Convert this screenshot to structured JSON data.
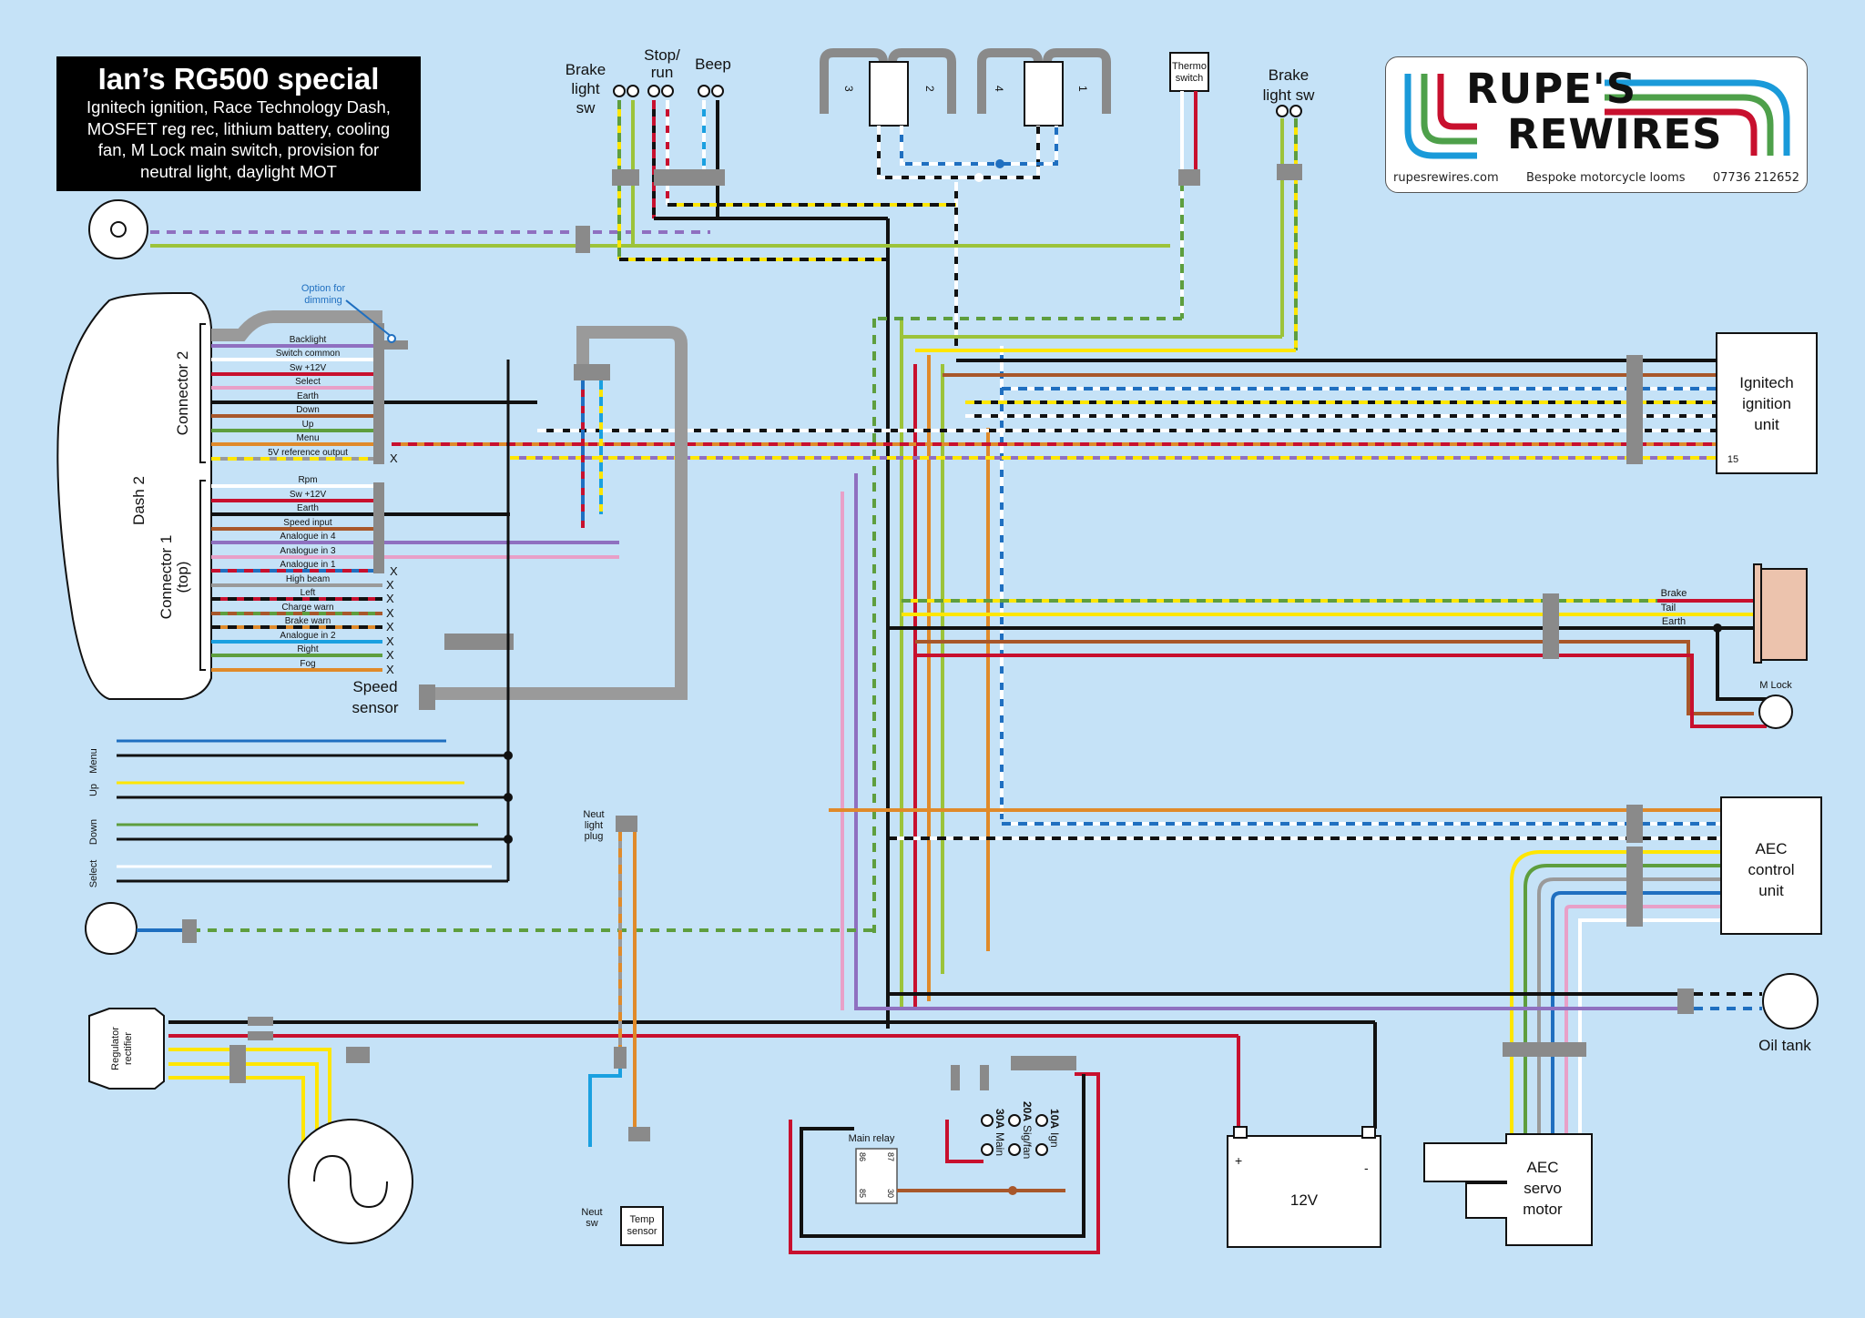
{
  "title": {
    "heading": "Ian’s RG500 special",
    "lines": [
      "Ignitech ignition, Race Technology Dash,",
      "MOSFET reg rec, lithium battery, cooling",
      "fan, M Lock main switch, provision for",
      "neutral light, daylight MOT"
    ]
  },
  "logo": {
    "line1": "RUPE'S",
    "line2": "REWIRES",
    "website": "rupesrewires.com",
    "tagline": "Bespoke motorcycle looms",
    "phone": "07736 212652",
    "stripe_colors": [
      "#1a9ad9",
      "#4ea04a",
      "#c8102e"
    ]
  },
  "colors": {
    "background": "#c5e2f7",
    "connector": "#8a8a8a",
    "black": "#111111",
    "red": "#c8102e",
    "brown": "#a8572a",
    "orange": "#e08a2a",
    "yellow": "#ffe600",
    "green": "#5e9e3e",
    "lime": "#9cc33a",
    "blue": "#1f6fc0",
    "lightblue": "#1aa0e0",
    "purple": "#8f70c0",
    "pink": "#e8a0c8",
    "grey": "#9a9a9a",
    "white": "#ffffff"
  },
  "dash": {
    "name": "Dash 2",
    "connector2_label": "Connector 2",
    "connector1_label": "Connector 1",
    "connector1_sub": "(top)",
    "dimming_note": [
      "Option for",
      "dimming"
    ],
    "connector2_pins": [
      "Backlight",
      "Switch common",
      "Sw +12V",
      "Select",
      "Earth",
      "Down",
      "Up",
      "Menu",
      "5V reference output"
    ],
    "connector1_pins": [
      "Rpm",
      "Sw +12V",
      "Earth",
      "Speed input",
      "Analogue in 4",
      "Analogue in 3",
      "Analogue in 1",
      "High beam",
      "Left",
      "Charge warn",
      "Brake warn",
      "Analogue in 2",
      "Right",
      "Fog"
    ],
    "unused_mark": "X"
  },
  "switches": {
    "brake_light_front": [
      "Brake",
      "light",
      "sw"
    ],
    "stop_run": [
      "Stop/",
      "run"
    ],
    "beep": "Beep",
    "brake_light_rear": [
      "Brake",
      "light sw"
    ],
    "dash_buttons": [
      "Menu",
      "Up",
      "Down",
      "Select"
    ],
    "thermo": [
      "Thermo",
      "switch"
    ]
  },
  "coils": {
    "cylinder_numbers": [
      "3",
      "2",
      "4",
      "1"
    ]
  },
  "components": {
    "speed_sensor": [
      "Speed",
      "sensor"
    ],
    "ignitech": [
      "Ignitech",
      "ignition",
      "unit"
    ],
    "ignitech_pin": "15",
    "tail_labels": [
      "Brake",
      "Tail",
      "Earth"
    ],
    "mlock": "M Lock",
    "aec_control": [
      "AEC",
      "control",
      "unit"
    ],
    "oil_tank": "Oil tank",
    "neut_plug": [
      "Neut",
      "light",
      "plug"
    ],
    "neut_sw": [
      "Neut",
      "sw"
    ],
    "temp_sensor": [
      "Temp",
      "sensor"
    ],
    "regrec": [
      "Regulator",
      "rectifier"
    ],
    "main_relay": "Main relay",
    "relay_pins": [
      "86",
      "87",
      "85",
      "30"
    ],
    "fuses": [
      {
        "rating": "30A",
        "name": "Main"
      },
      {
        "rating": "20A",
        "name": "Sig/fan"
      },
      {
        "rating": "10A",
        "name": "Ign"
      }
    ],
    "battery": "12V",
    "battery_pos": "+",
    "battery_neg": "-",
    "aec_servo": [
      "AEC",
      "servo",
      "motor"
    ]
  }
}
